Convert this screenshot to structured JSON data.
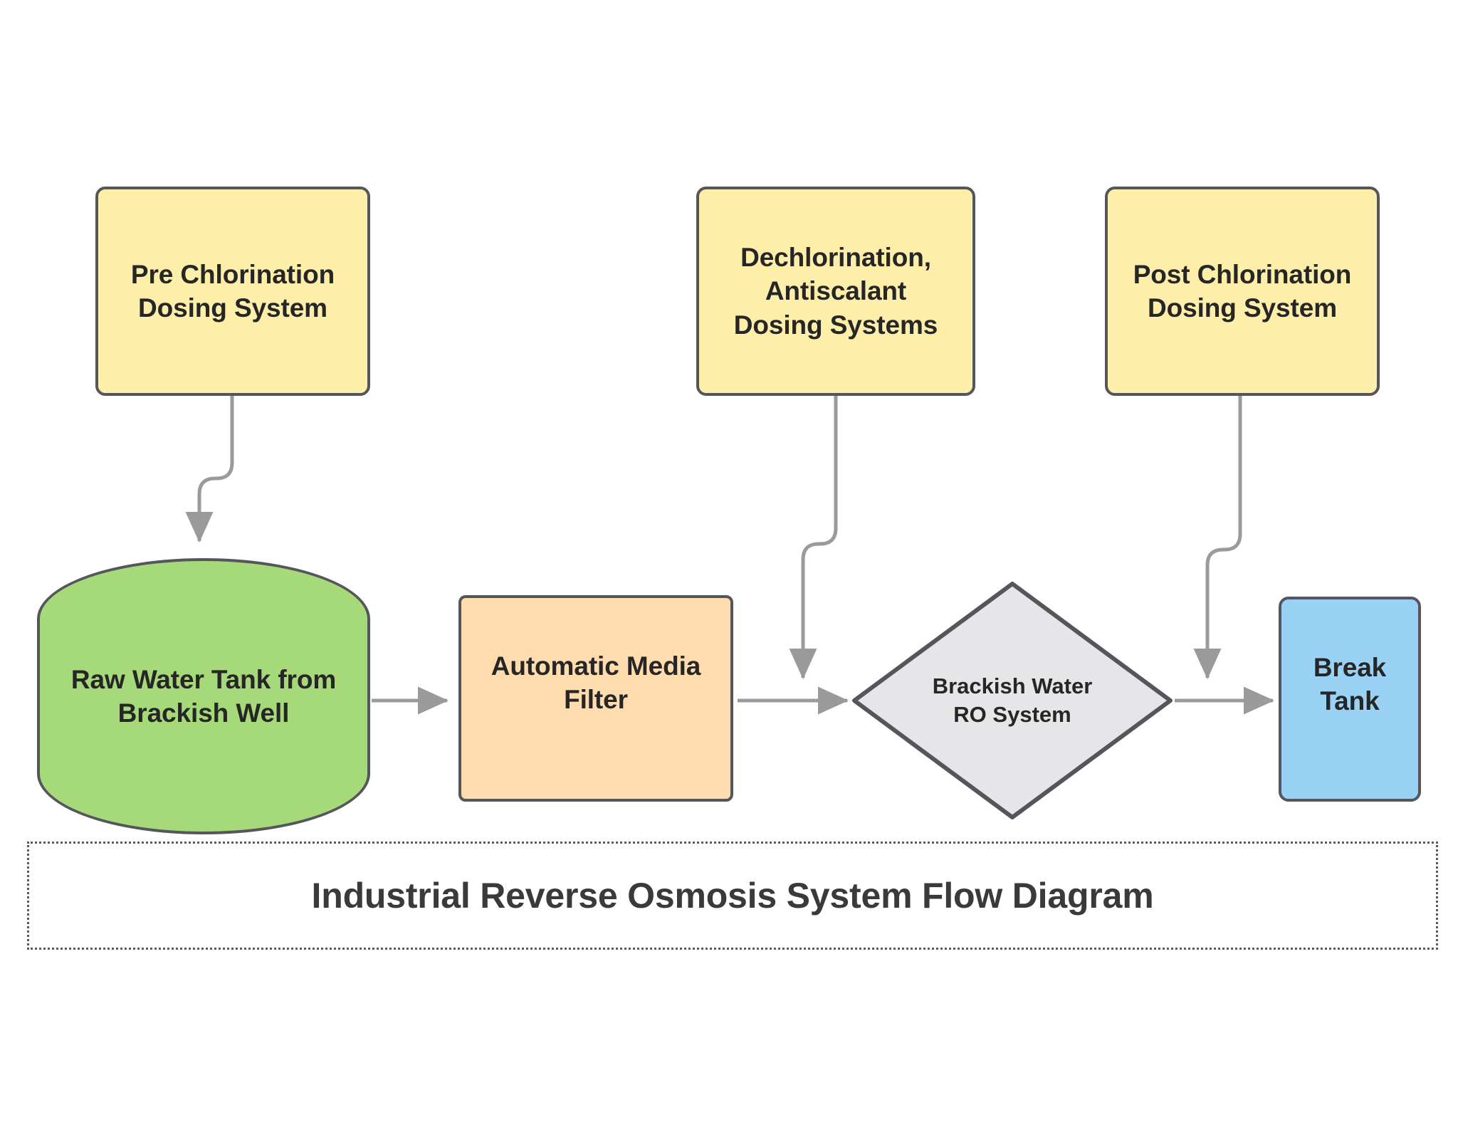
{
  "diagram": {
    "title": "Industrial Reverse Osmosis System Flow Diagram",
    "type": "flowchart",
    "orientation": "left-to-right",
    "colors": {
      "dosing_fill": "#fdeeaa",
      "tank_fill": "#a5d97a",
      "filter_fill": "#ffdcad",
      "ro_fill": "#e6e6e8",
      "break_tank_fill": "#99d2f5",
      "node_stroke": "#55555c",
      "edge_stroke": "#999999",
      "text": "#262626",
      "caption_text": "#3a3a3a",
      "background": "#ffffff"
    },
    "nodes": [
      {
        "id": "pre_chlorination",
        "label": "Pre Chlorination\nDosing System",
        "shape": "rounded-rectangle",
        "fill": "#fdeeaa"
      },
      {
        "id": "dechlorination",
        "label": "Dechlorination,\nAntiscalant\nDosing Systems",
        "shape": "rounded-rectangle",
        "fill": "#fdeeaa"
      },
      {
        "id": "post_chlorination",
        "label": "Post Chlorination\nDosing System",
        "shape": "rounded-rectangle",
        "fill": "#fdeeaa"
      },
      {
        "id": "raw_water_tank",
        "label": "Raw Water Tank from\nBrackish Well",
        "shape": "cylinder",
        "fill": "#a5d97a"
      },
      {
        "id": "media_filter",
        "label": "Automatic Media\nFilter",
        "shape": "rectangle",
        "fill": "#ffdcad"
      },
      {
        "id": "ro_system",
        "label": "Brackish Water\nRO System",
        "shape": "diamond",
        "fill": "#e6e6e8"
      },
      {
        "id": "break_tank",
        "label": "Break\nTank",
        "shape": "rounded-rectangle",
        "fill": "#99d2f5"
      }
    ],
    "edges": [
      {
        "from": "pre_chlorination",
        "to": "raw_water_tank",
        "style": "orthogonal-arrow"
      },
      {
        "from": "raw_water_tank",
        "to": "media_filter",
        "style": "straight-arrow"
      },
      {
        "from": "media_filter",
        "to": "ro_system",
        "style": "straight-arrow"
      },
      {
        "from": "dechlorination",
        "to": "media_filter_to_ro_line",
        "style": "orthogonal-arrow"
      },
      {
        "from": "ro_system",
        "to": "break_tank",
        "style": "straight-arrow"
      },
      {
        "from": "post_chlorination",
        "to": "ro_to_break_tank_line",
        "style": "orthogonal-arrow"
      }
    ]
  }
}
